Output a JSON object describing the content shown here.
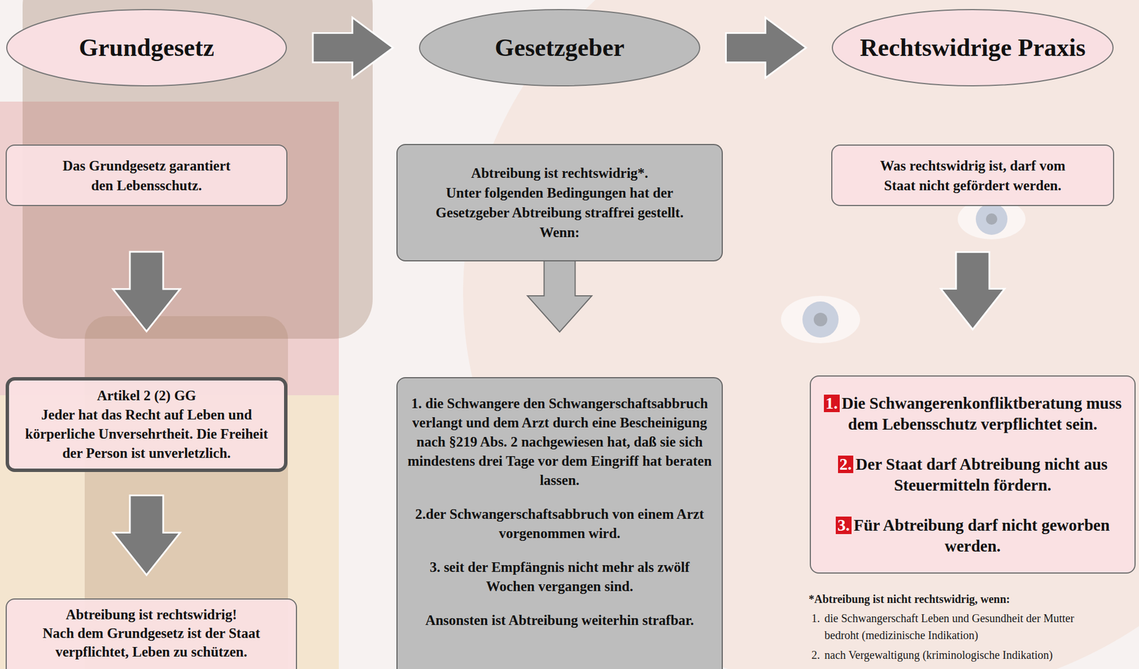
{
  "diagram": {
    "nodes": [
      {
        "text": [
          "Grundgesetz"
        ]
      },
      {
        "text": [
          "Gesetzgeber"
        ]
      },
      {
        "text": [
          "Rechtswidrige Praxis"
        ]
      },
      {
        "text": [
          "Das Grundgesetz garantiert den Lebensschutz."
        ]
      },
      {
        "text": [
          "Abtreibung ist rechtswidrig*.",
          "Unter folgenden Bedingungen hat der Gesetzgeber Abtreibung straffrei gestellt. Wenn:"
        ]
      },
      {
        "text": [
          "Was rechtswidrig ist, darf vom Staat nicht gefördert werden."
        ]
      },
      {
        "text": [
          "Artikel 2 (2) GG",
          "Jeder hat das Recht auf Leben und körperliche Unversehrtheit. Die Freiheit der Person ist unverletzlich."
        ]
      },
      {
        "text": [
          "1. die Schwangere den Schwangerschaftsabbruch verlangt und dem Arzt durch eine Bescheinigung nach §219 Abs. 2 nachgewiesen hat, daß sie sich mindestens drei Tage vor dem Eingriff hat beraten lassen.",
          "2.der Schwangerschaftsabbruch von einem Arzt vorgenommen wird.",
          "3. seit der Empfängnis nicht mehr als zwölf Wochen vergangen sind.",
          "Ansonsten ist Abtreibung weiterhin strafbar."
        ]
      },
      {
        "text": [
          "1.",
          "Die Schwangerenkonfliktberatung muss dem Lebensschutz verpflichtet sein.",
          "2.",
          "Der Staat darf Abtreibung nicht aus Steuermitteln fördern.",
          "3.",
          "Für Abtreibung darf nicht geworben werden."
        ]
      },
      {
        "text": [
          "Abtreibung ist rechtswidrig!",
          "Nach dem Grundgesetz ist der Staat verpflichtet, Leben zu schützen."
        ]
      }
    ],
    "edges": [
      {
        "from": 0,
        "to": 1,
        "arrow": "to"
      },
      {
        "from": 1,
        "to": 2,
        "arrow": "to"
      },
      {
        "from": 3,
        "to": 6,
        "arrow": "to"
      },
      {
        "from": 6,
        "to": 9,
        "arrow": "to"
      },
      {
        "from": 4,
        "to": 7,
        "arrow": "to"
      },
      {
        "from": 5,
        "to": 8,
        "arrow": "to"
      }
    ],
    "labels": [
      "*Abtreibung ist nicht rechtswidrig, wenn:",
      "1.",
      "die Schwangerschaft Leben und Gesundheit der Mutter bedroht (medizinische Indikation)",
      "2.",
      "nach Vergewaltigung (kriminologische Indikation)"
    ]
  }
}
